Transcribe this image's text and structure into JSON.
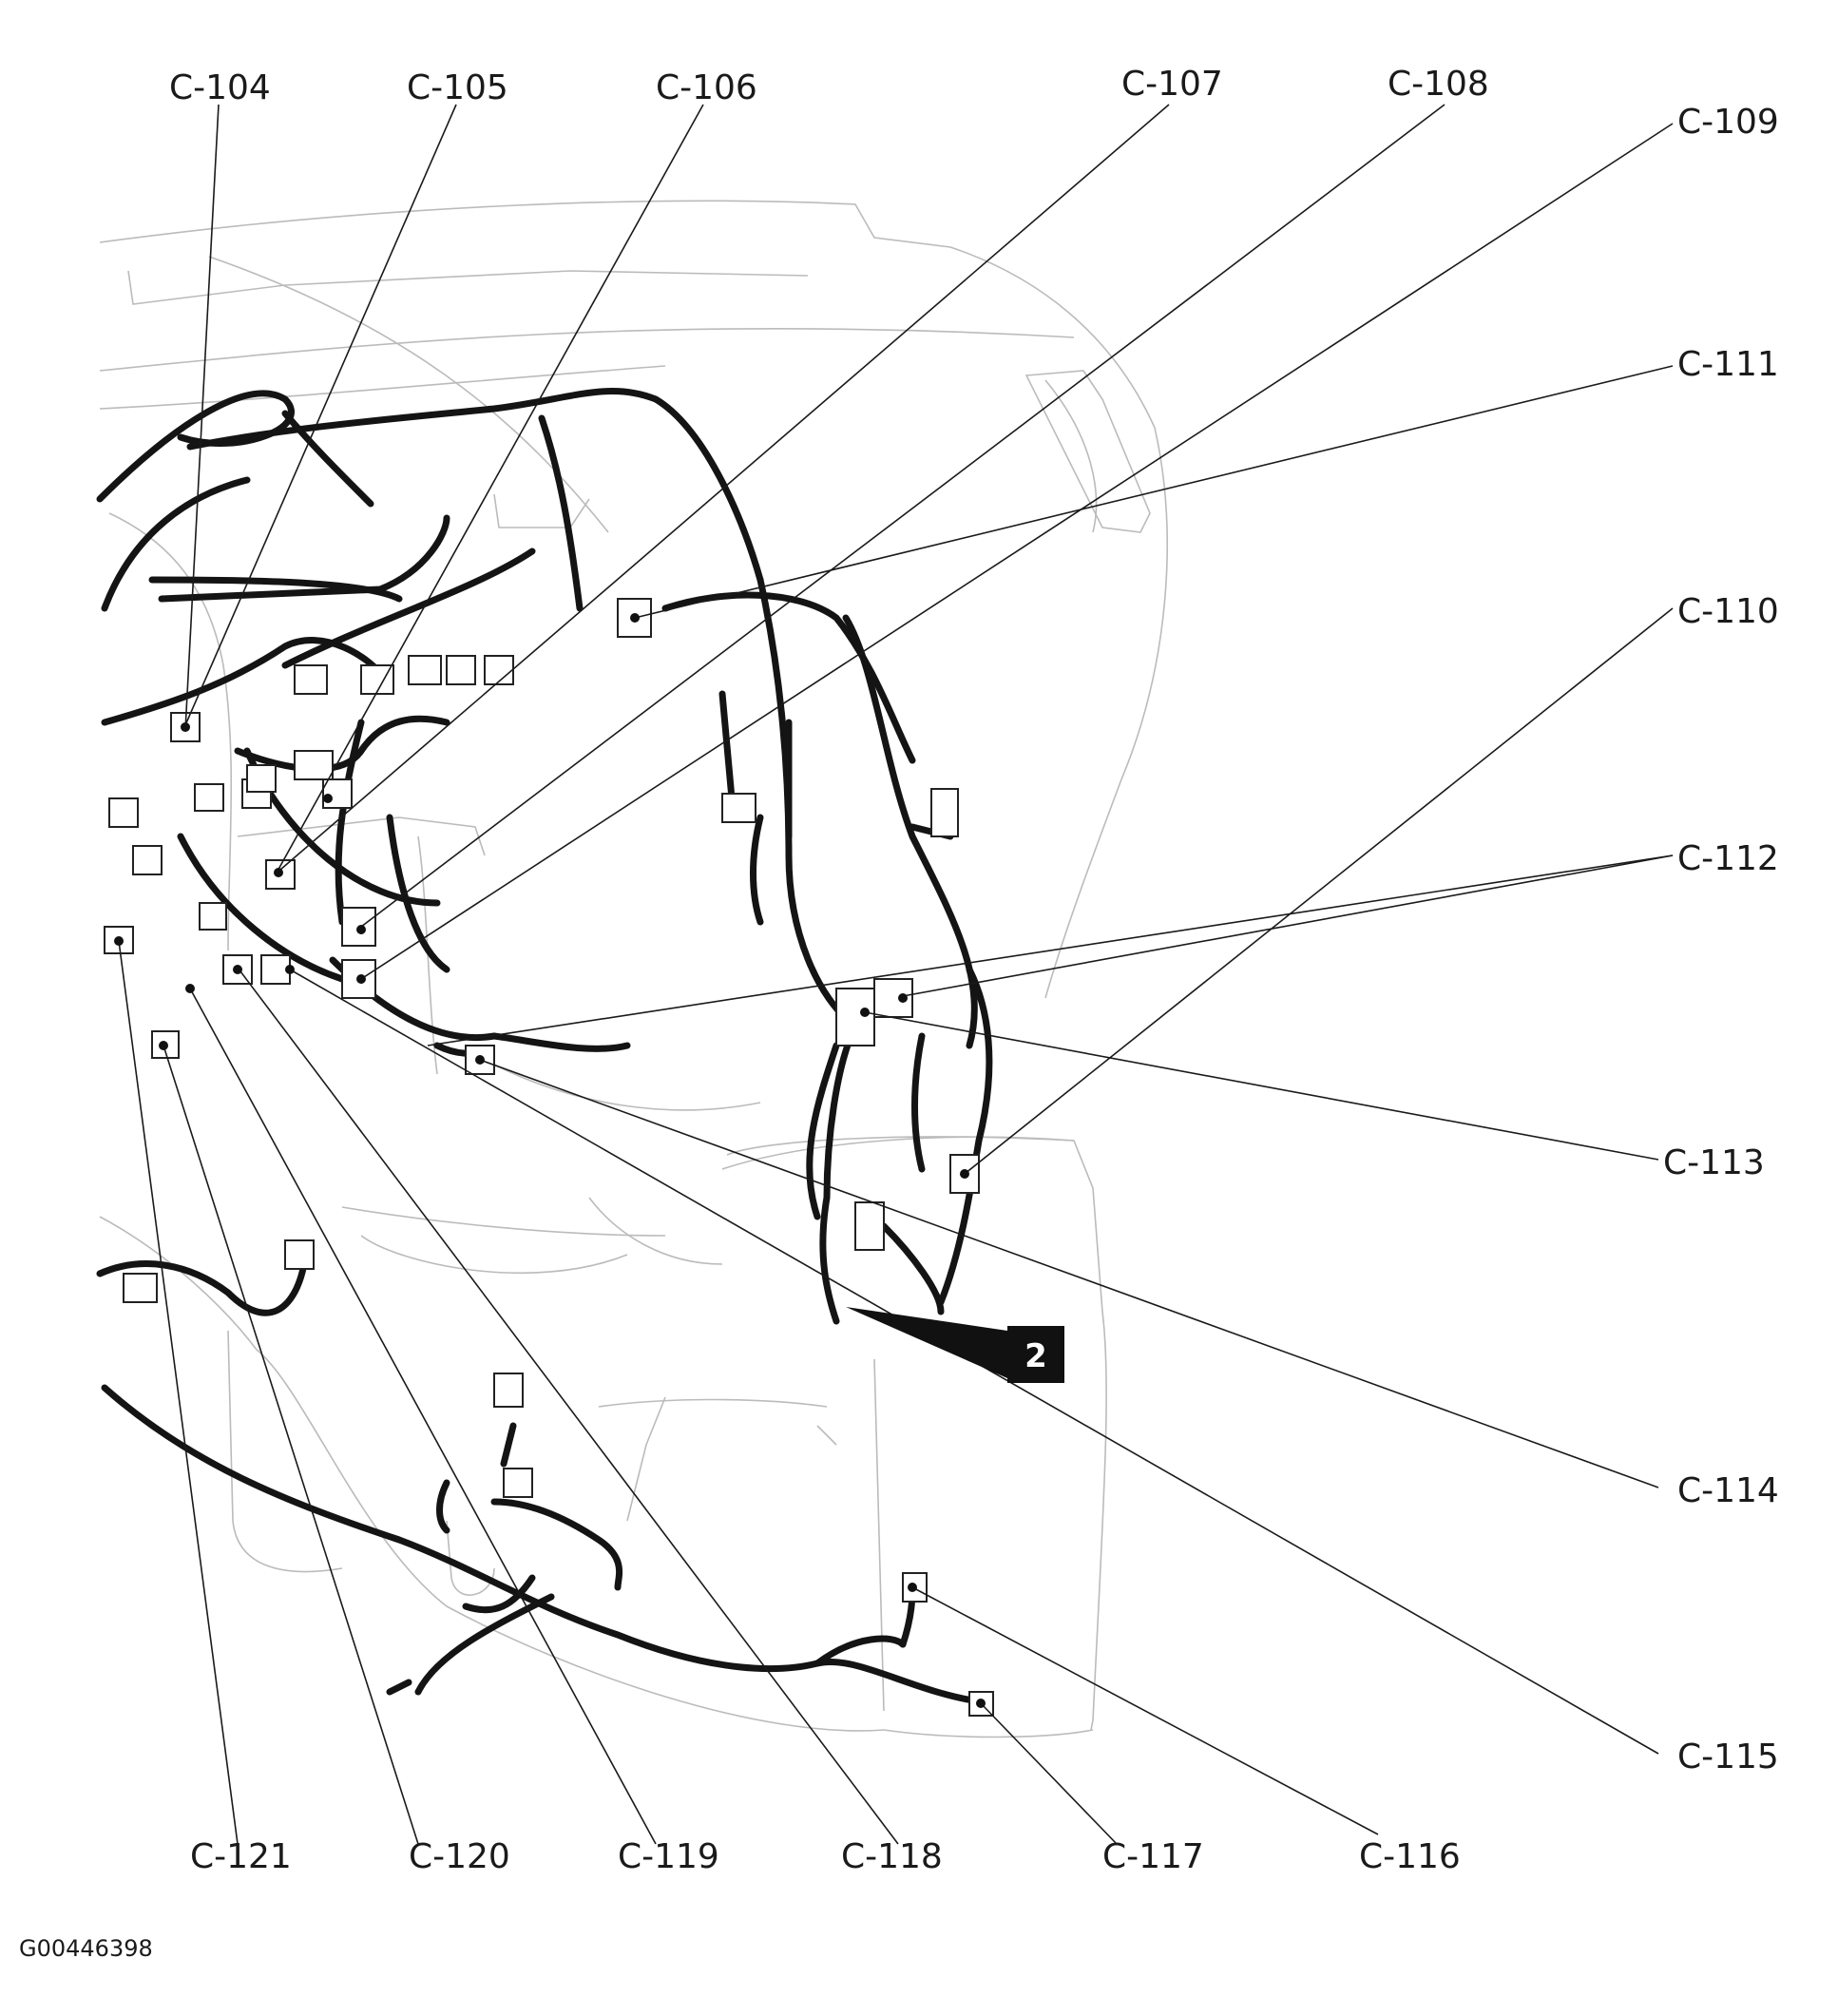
{
  "diagram": {
    "callouts": [
      {
        "id": "c104",
        "label": "C-104"
      },
      {
        "id": "c105",
        "label": "C-105"
      },
      {
        "id": "c106",
        "label": "C-106"
      },
      {
        "id": "c107",
        "label": "C-107"
      },
      {
        "id": "c108",
        "label": "C-108"
      },
      {
        "id": "c109",
        "label": "C-109"
      },
      {
        "id": "c111",
        "label": "C-111"
      },
      {
        "id": "c110",
        "label": "C-110"
      },
      {
        "id": "c112",
        "label": "C-112"
      },
      {
        "id": "c113",
        "label": "C-113"
      },
      {
        "id": "c114",
        "label": "C-114"
      },
      {
        "id": "c115",
        "label": "C-115"
      },
      {
        "id": "c116",
        "label": "C-116"
      },
      {
        "id": "c117",
        "label": "C-117"
      },
      {
        "id": "c118",
        "label": "C-118"
      },
      {
        "id": "c119",
        "label": "C-119"
      },
      {
        "id": "c120",
        "label": "C-120"
      },
      {
        "id": "c121",
        "label": "C-121"
      }
    ],
    "badge": "2",
    "code": "G00446398",
    "colors": {
      "harness": "#141414",
      "outline": "#bbbbbb",
      "badge": "#111111"
    }
  }
}
